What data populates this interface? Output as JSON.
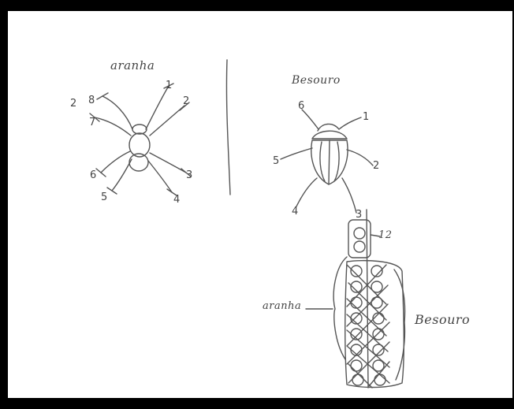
{
  "labels": {
    "spider_title": "aranha",
    "beetle_title": "Besouro",
    "diagram_spider": "aranha",
    "diagram_beetle": "Besouro",
    "diagram_count": "12"
  },
  "spider_leg_numbers": [
    "1",
    "2",
    "3",
    "4",
    "5",
    "6",
    "7",
    "8"
  ],
  "beetle_leg_numbers": [
    "1",
    "2",
    "3",
    "4",
    "5",
    "6"
  ],
  "colors": {
    "frame": "#000000",
    "paper": "#ffffff",
    "pencil": "#555555"
  }
}
